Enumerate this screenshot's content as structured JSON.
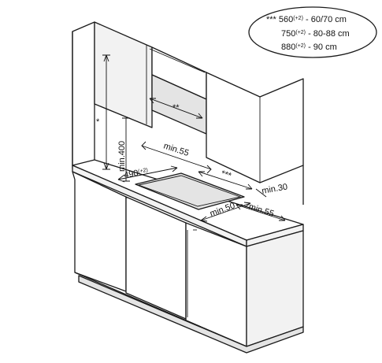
{
  "legend": {
    "marker": "***",
    "rows": [
      {
        "size": "560",
        "tolerance": "(+2)",
        "range": "- 60/70 cm"
      },
      {
        "size": "750",
        "tolerance": "(+2)",
        "range": "- 80-88 cm"
      },
      {
        "size": "880",
        "tolerance": "(+2)",
        "range": "- 90 cm"
      }
    ]
  },
  "dimensions": {
    "hood_width": "**",
    "vertical_star": "*",
    "min_400": "min.400",
    "min_55_top": "min.55",
    "cutout_490": "490",
    "cutout_490_tol": "(+2)",
    "cutout_width": "***",
    "min_30": "min.30",
    "min_50": "min.50",
    "min_55_side": "min.55"
  }
}
